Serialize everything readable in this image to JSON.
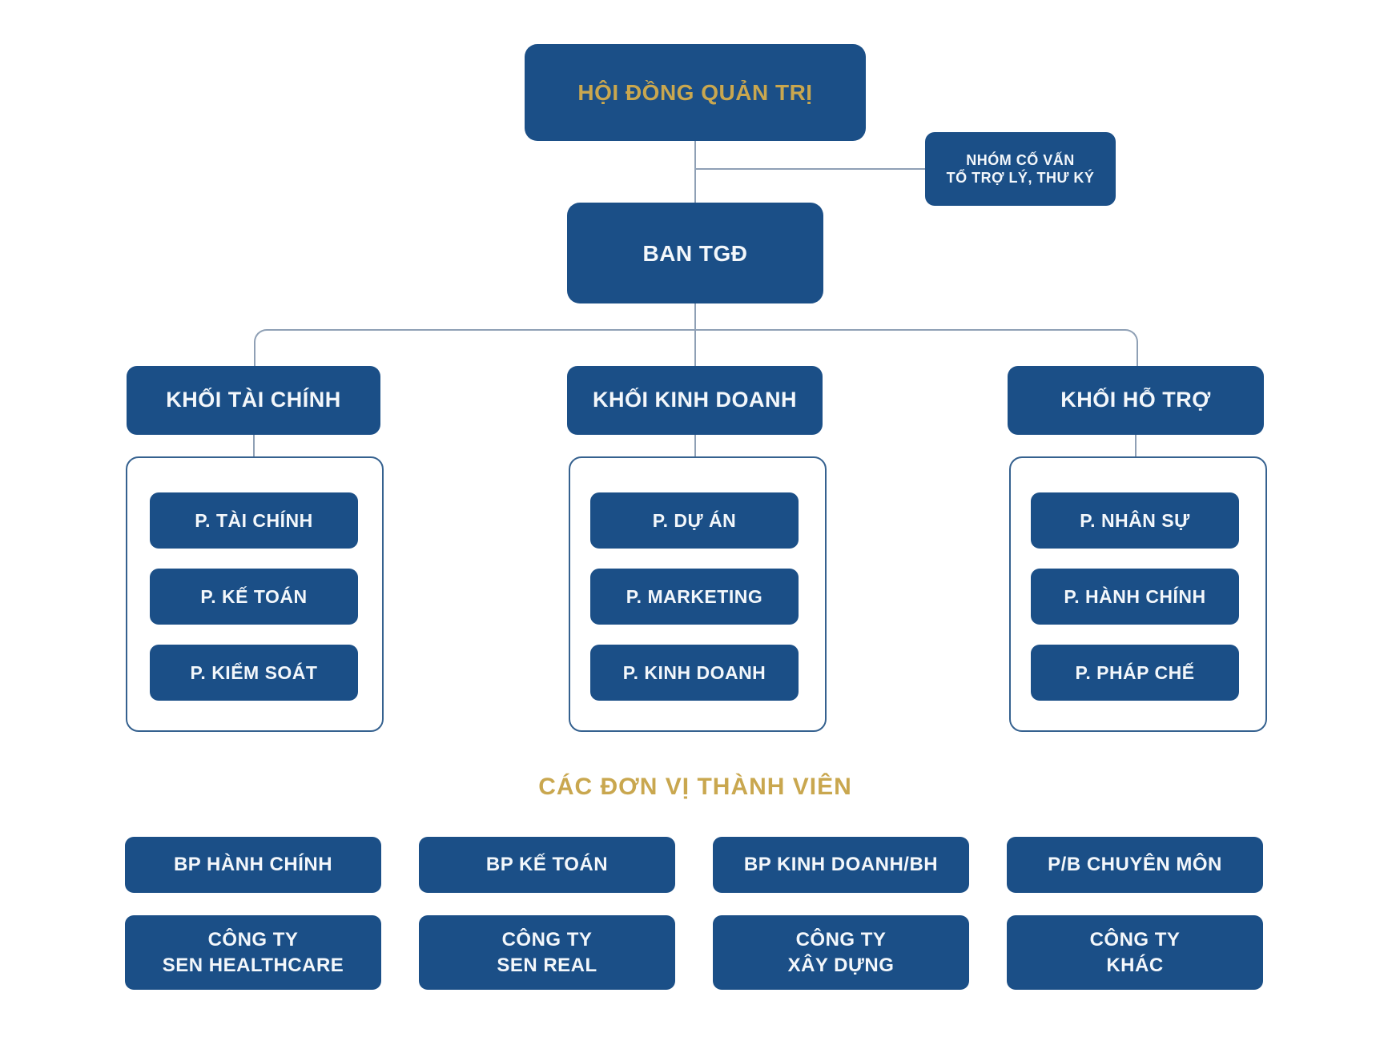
{
  "colors": {
    "box_blue": "#1B4F87",
    "gold": "#C9A74F",
    "connector": "#8FA0B5",
    "container_border": "#35618F",
    "text_light": "#F3F7FB",
    "background": "#FFFFFF"
  },
  "top": {
    "board": "HỘI ĐỒNG QUẢN TRỊ",
    "advisor_line1": "NHÓM CỐ VẤN",
    "advisor_line2": "TỔ TRỢ LÝ, THƯ KÝ",
    "ceo_board": "BAN TGĐ"
  },
  "divisions": [
    {
      "title": "KHỐI TÀI CHÍNH",
      "departments": [
        "P. TÀI CHÍNH",
        "P. KẾ TOÁN",
        "P. KIỂM SOÁT"
      ]
    },
    {
      "title": "KHỐI KINH DOANH",
      "departments": [
        "P. DỰ ÁN",
        "P. MARKETING",
        "P. KINH DOANH"
      ]
    },
    {
      "title": "KHỐI HỖ TRỢ",
      "departments": [
        "P. NHÂN SỰ",
        "P. HÀNH CHÍNH",
        "P. PHÁP CHẾ"
      ]
    }
  ],
  "members_section": {
    "title": "CÁC ĐƠN VỊ THÀNH VIÊN",
    "row1": [
      "BP HÀNH CHÍNH",
      "BP KẾ TOÁN",
      "BP KINH DOANH/BH",
      "P/B CHUYÊN MÔN"
    ],
    "row2": [
      {
        "line1": "CÔNG TY",
        "line2": "SEN HEALTHCARE"
      },
      {
        "line1": "CÔNG TY",
        "line2": "SEN REAL"
      },
      {
        "line1": "CÔNG TY",
        "line2": "XÂY DỰNG"
      },
      {
        "line1": "CÔNG TY",
        "line2": "KHÁC"
      }
    ]
  }
}
